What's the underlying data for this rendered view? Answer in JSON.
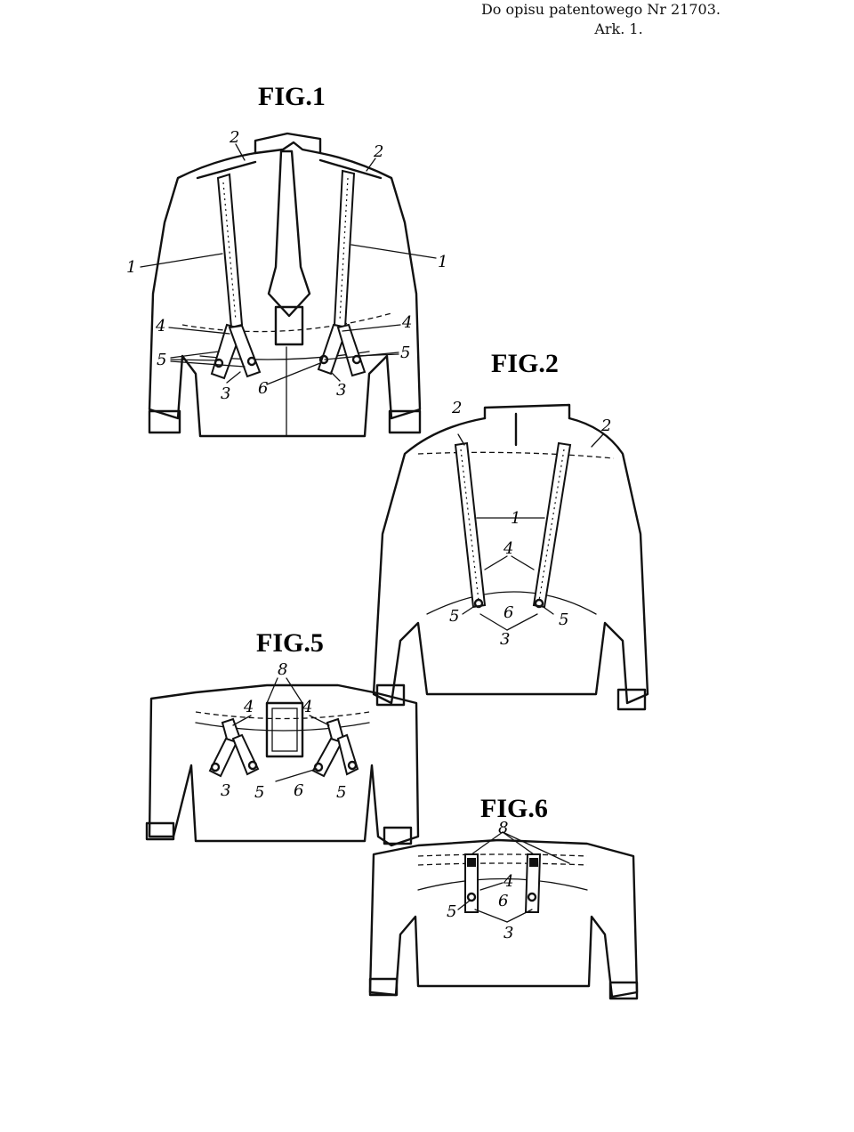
{
  "header": {
    "line1": "Do opisu patentowego Nr 21703.",
    "line2": "Ark. 1."
  },
  "figures": {
    "fig1": {
      "title": "FIG.1",
      "labels": {
        "n1": "1",
        "n2": "2",
        "n3": "3",
        "n4": "4",
        "n5": "5",
        "n6": "6"
      }
    },
    "fig2": {
      "title": "FIG.2",
      "labels": {
        "n1": "1",
        "n2": "2",
        "n3": "3",
        "n4": "4",
        "n5": "5",
        "n6": "6"
      }
    },
    "fig5": {
      "title": "FIG.5",
      "labels": {
        "n3": "3",
        "n4": "4",
        "n5": "5",
        "n6": "6",
        "n8": "8"
      }
    },
    "fig6": {
      "title": "FIG.6",
      "labels": {
        "n3": "3",
        "n4": "4",
        "n5": "5",
        "n6": "6",
        "n8": "8"
      }
    }
  }
}
